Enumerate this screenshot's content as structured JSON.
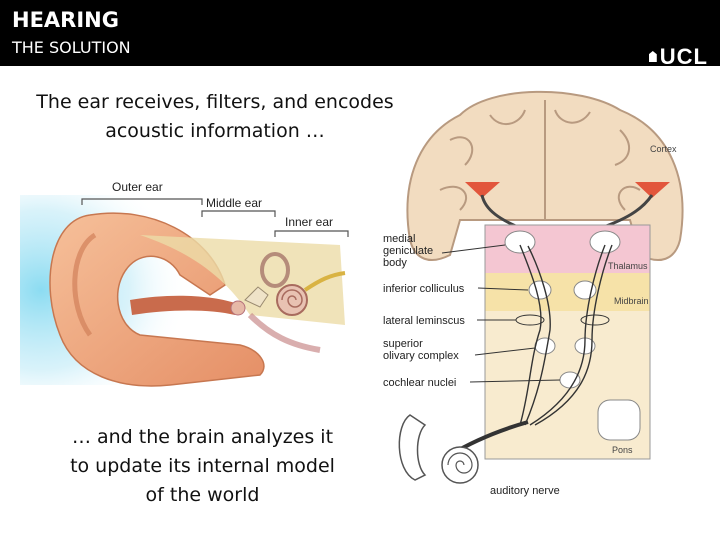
{
  "header": {
    "title": "HEARING",
    "subtitle": "THE SOLUTION",
    "logo_text": "UCL"
  },
  "captions": {
    "top": "The ear receives, filters, and encodes acoustic information …",
    "bottom": "… and the brain analyzes it to update its internal model of the world"
  },
  "ear_diagram": {
    "outer_ear": "Outer ear",
    "middle_ear": "Middle ear",
    "inner_ear": "Inner ear"
  },
  "brain_diagram": {
    "left_labels": [
      "medial geniculate body",
      "inferior colliculus",
      "lateral leminscus",
      "superior olivary complex",
      "cochlear nuclei"
    ],
    "region_labels": {
      "cortex": "Cortex",
      "thalamus": "Thalamus",
      "midbrain": "Midbrain",
      "pons": "Pons",
      "auditory_nerve": "auditory nerve"
    }
  },
  "colors": {
    "header_bg": "#000000",
    "thalamus_band": "#f4c6d2",
    "midbrain_band": "#f6e2a8",
    "pons_band": "#f8ebcf",
    "brain_tissue": "#f0d6b8",
    "cortex_red": "#e2563c"
  }
}
